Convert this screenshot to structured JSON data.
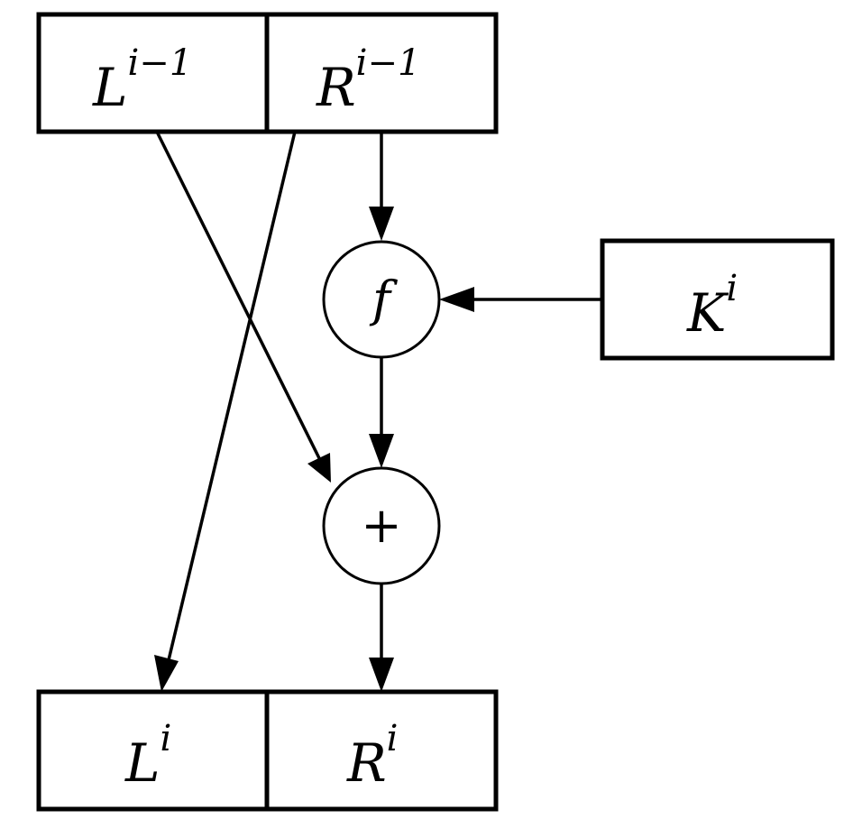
{
  "blocks": {
    "left_in": {
      "base": "L",
      "sup": "i−1"
    },
    "right_in": {
      "base": "R",
      "sup": "i−1"
    },
    "key": {
      "base": "K",
      "sup": "i"
    },
    "left_out": {
      "base": "L",
      "sup": "i"
    },
    "right_out": {
      "base": "R",
      "sup": "i"
    }
  },
  "operators": {
    "round_function": "f",
    "xor": "+"
  },
  "colors": {
    "stroke": "#000000",
    "fill": "#ffffff"
  }
}
